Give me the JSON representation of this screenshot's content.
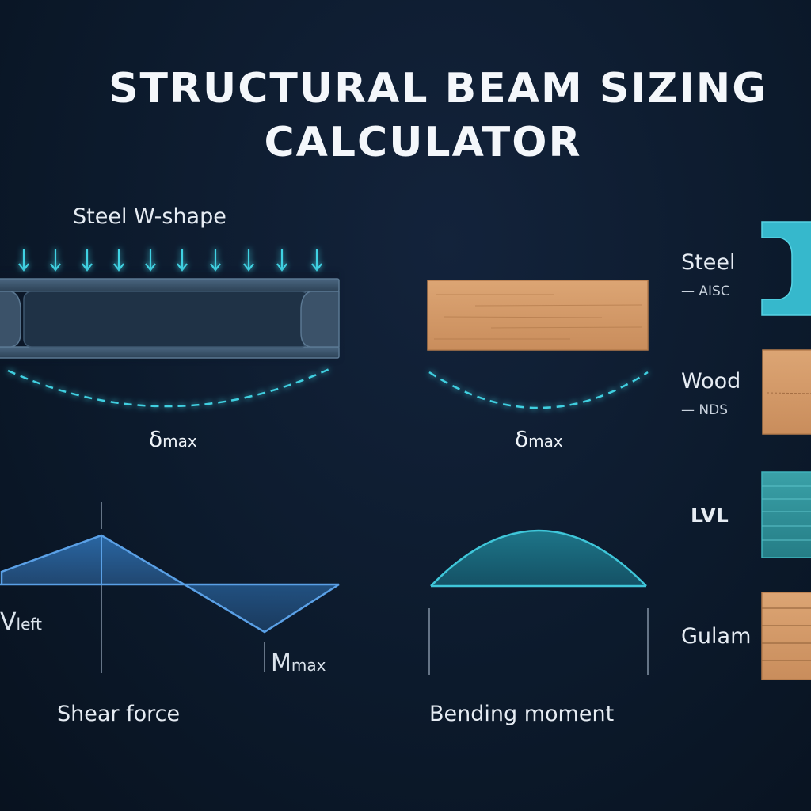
{
  "title": {
    "line1": "STRUCTURAL BEAM SIZING",
    "line2": "CALCULATOR"
  },
  "beams": {
    "steel_label": "Steel W-shape",
    "steel_deflection": {
      "symbol": "δ",
      "sub": "max"
    },
    "wood_deflection": {
      "symbol": "δ",
      "sub": "max"
    }
  },
  "diagrams": {
    "shear": {
      "caption": "Shear force",
      "v_symbol": "V",
      "v_sub": "left",
      "m_symbol": "M",
      "m_sub": "max"
    },
    "moment": {
      "caption": "Bending moment"
    }
  },
  "materials": [
    {
      "name": "Steel",
      "code": "— AISC"
    },
    {
      "name": "Wood",
      "code": "— NDS"
    },
    {
      "name": "LVL",
      "code": ""
    },
    {
      "name": "Gulam",
      "code": ""
    }
  ],
  "colors": {
    "accent": "#36c4d8",
    "steel": "#3b5269",
    "wood": "#d39a68",
    "lvl": "#2e8f97",
    "diagram_fill": "#2c6aa8"
  }
}
